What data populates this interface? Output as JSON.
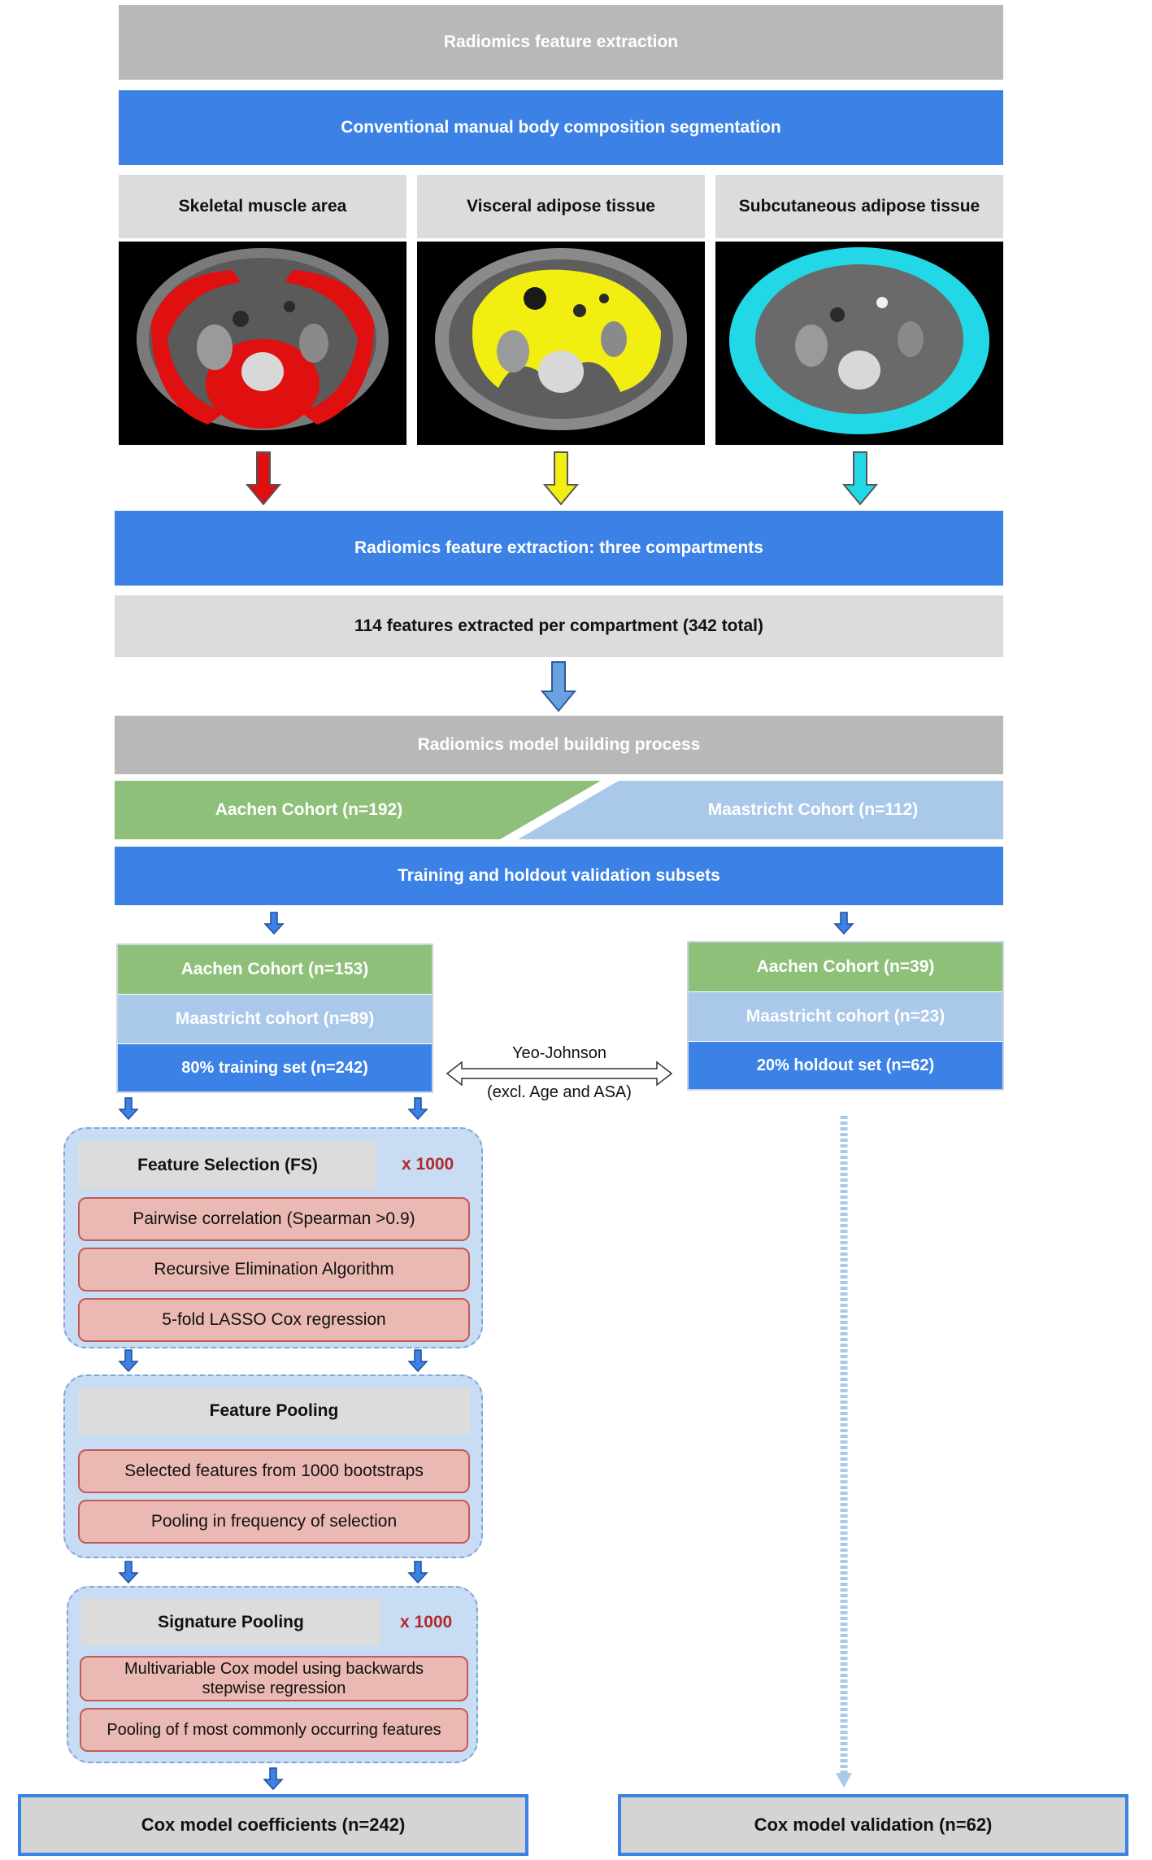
{
  "header": "Radiomics feature extraction",
  "segmentation": "Conventional manual body composition segmentation",
  "compartments": [
    {
      "label": "Skeletal muscle area",
      "color": "#e01010"
    },
    {
      "label": "Visceral adipose tissue",
      "color": "#f2ee12"
    },
    {
      "label": "Subcutaneous adipose tissue",
      "color": "#22d8e6"
    }
  ],
  "extraction_title": "Radiomics feature extraction: three compartments",
  "extraction_count": "114 features extracted per compartment (342 total)",
  "model_building": "Radiomics model building process",
  "cohorts": {
    "aachen": "Aachen Cohort (n=192)",
    "maastricht": "Maastricht Cohort (n=112)"
  },
  "subsets": "Training and holdout validation subsets",
  "training": {
    "aachen": "Aachen Cohort (n=153)",
    "maastricht": "Maastricht cohort (n=89)",
    "set": "80% training set (n=242)"
  },
  "holdout": {
    "aachen": "Aachen Cohort (n=39)",
    "maastricht": "Maastricht cohort (n=23)",
    "set": "20% holdout set (n=62)"
  },
  "transform": {
    "line1": "Yeo-Johnson",
    "line2": "(excl. Age and ASA)"
  },
  "feature_selection": {
    "title": "Feature Selection (FS)",
    "repeat": "x 1000",
    "steps": [
      "Pairwise correlation (Spearman >0.9)",
      "Recursive Elimination Algorithm",
      "5-fold LASSO Cox regression"
    ]
  },
  "feature_pooling": {
    "title": "Feature Pooling",
    "steps": [
      "Selected features from 1000 bootstraps",
      "Pooling in frequency of selection"
    ]
  },
  "signature_pooling": {
    "title": "Signature Pooling",
    "repeat": "x 1000",
    "steps": [
      "Multivariable Cox model using backwards stepwise regression",
      "Pooling of f most commonly occurring features"
    ]
  },
  "outputs": {
    "coefficients": "Cox model coefficients (n=242)",
    "validation": "Cox model validation (n=62)"
  }
}
